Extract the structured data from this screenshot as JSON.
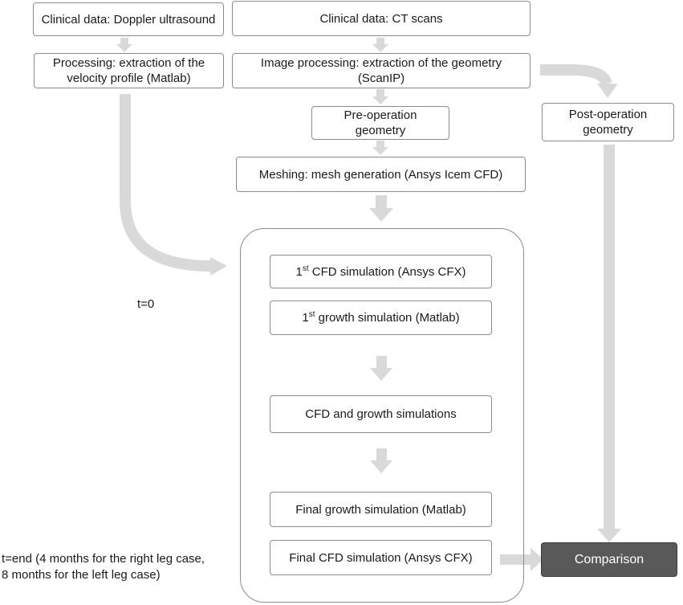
{
  "nodes": {
    "doppler": "Clinical data: Doppler ultrasound",
    "ct": "Clinical data: CT scans",
    "velocity_line1": "Processing: extraction of the",
    "velocity_line2": "velocity profile (Matlab)",
    "geometry_line1": "Image processing: extraction of the geometry",
    "geometry_line2": "(ScanIP)",
    "preop_line1": "Pre-operation",
    "preop_line2": "geometry",
    "postop_line1": "Post-operation",
    "postop_line2": "geometry",
    "meshing": "Meshing: mesh generation (Ansys Icem CFD)",
    "cfd1_num": "1",
    "cfd1_sup": "st",
    "cfd1_rest": " CFD simulation (Ansys CFX)",
    "growth1_num": "1",
    "growth1_sup": "st",
    "growth1_rest": " growth simulation (Matlab)",
    "cfd_growth": "CFD and growth simulations",
    "final_growth": "Final growth simulation (Matlab)",
    "final_cfd": "Final CFD simulation (Ansys CFX)",
    "comparison": "Comparison"
  },
  "notes": {
    "t0": "t=0",
    "tend_line1": "t=end (4 months for the right leg case,",
    "tend_line2": "8 months for the left leg case)"
  },
  "colors": {
    "arrow": "#d9d9d9",
    "border": "#8c8c8c",
    "comparison_fill": "#595959"
  }
}
